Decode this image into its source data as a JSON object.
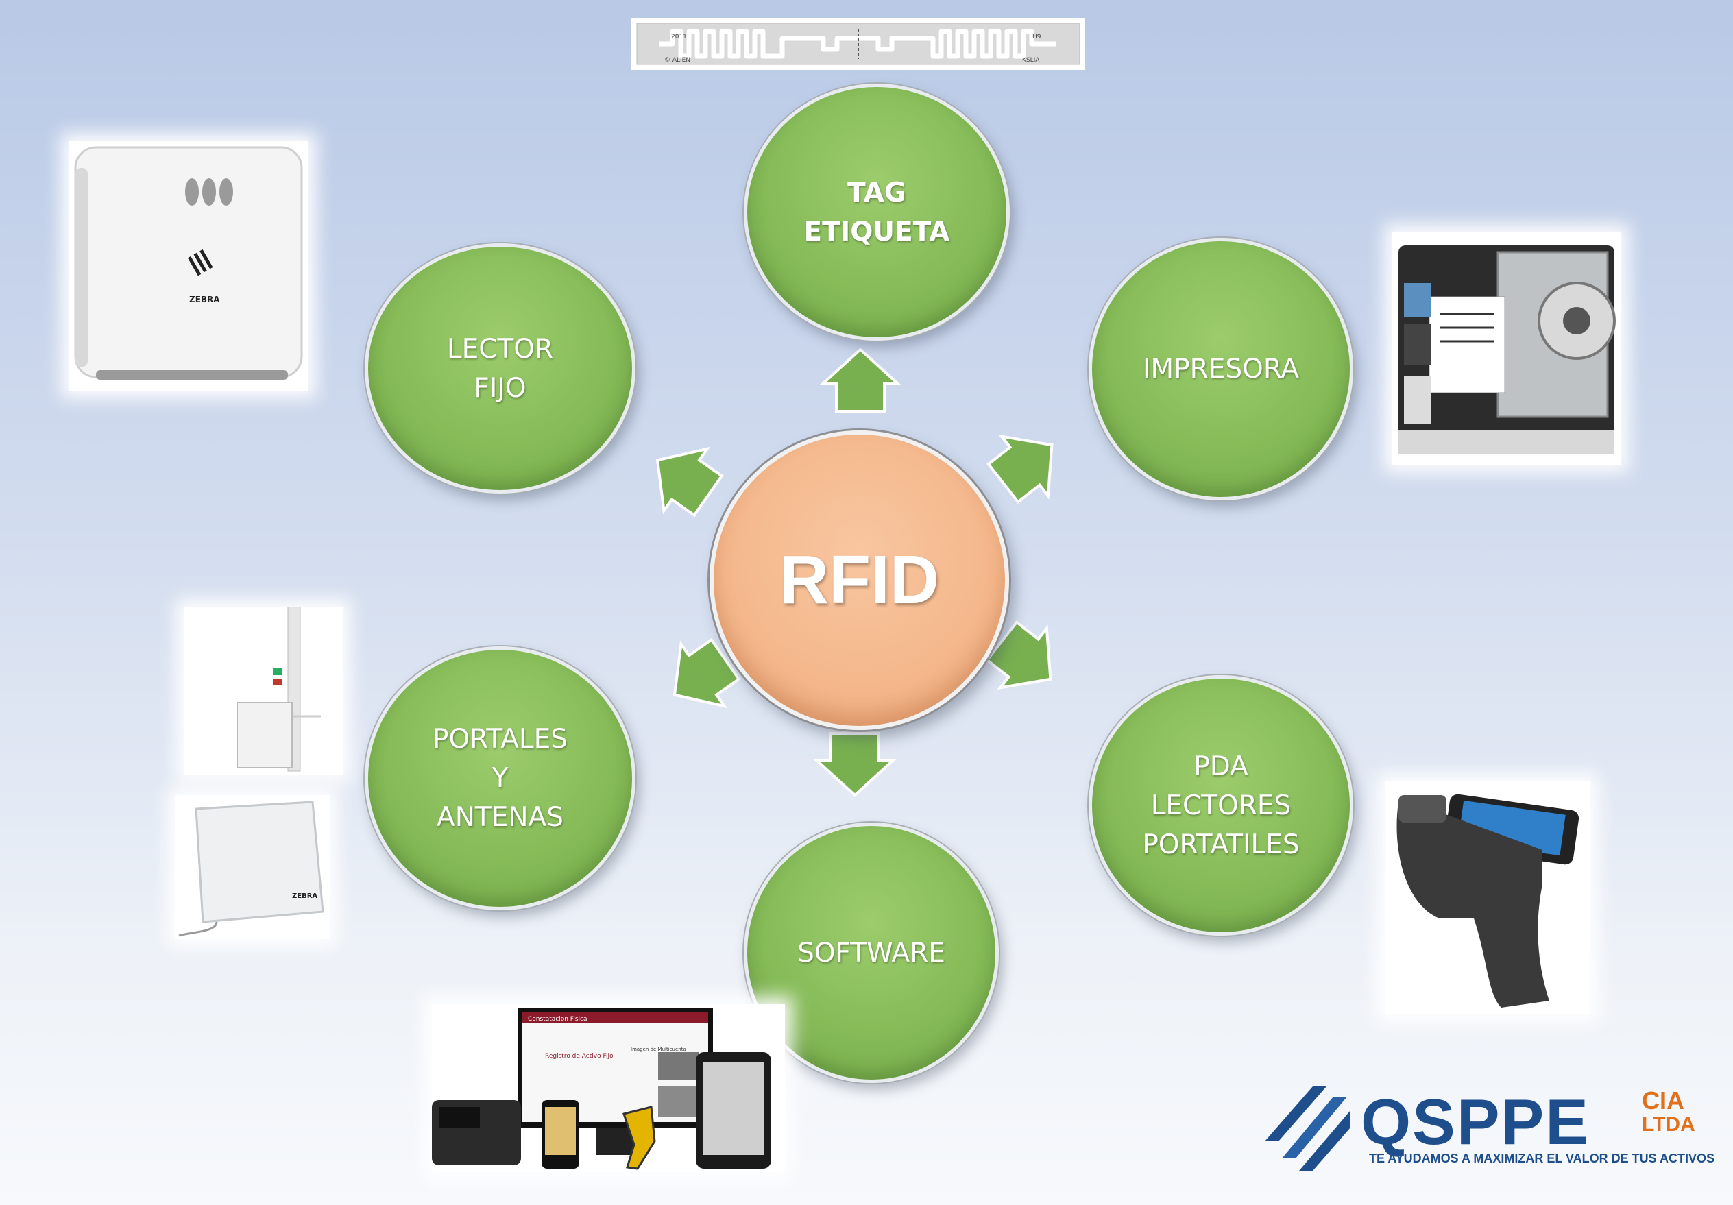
{
  "center": {
    "label": "RFID"
  },
  "nodes": [
    {
      "id": "tag",
      "label": "TAG\nETIQUETA",
      "bold": true
    },
    {
      "id": "impresora",
      "label": "IMPRESORA",
      "bold": false
    },
    {
      "id": "pda",
      "label": "PDA\nLECTORES\nPORTATILES",
      "bold": false
    },
    {
      "id": "software",
      "label": "SOFTWARE",
      "bold": false
    },
    {
      "id": "portales",
      "label": "PORTALES\nY\n ANTENAS",
      "bold": false
    },
    {
      "id": "lector",
      "label": "LECTOR\nFIJO",
      "bold": false
    }
  ],
  "tag_inlay": {
    "left_text": "2011\n© ALIEN",
    "right_text": "H9\nKSLIA"
  },
  "device_labels": {
    "zebra": "ZEBRA"
  },
  "software_screen": {
    "header": "Constatacion Fisica",
    "form_title": "Registro de Activo Fijo",
    "image_label": "Imagen de Multicuenta"
  },
  "logo": {
    "name": "QSPPE",
    "suffix_top": "CIA",
    "suffix_bottom": "LTDA",
    "tagline": "TE AYUDAMOS A MAXIMIZAR EL VALOR DE TUS ACTIVOS"
  },
  "colors": {
    "node_green": "#86bb58",
    "arrow_green": "#78b050",
    "center_peach": "#f4b78b",
    "logo_blue": "#1f4e8c"
  }
}
